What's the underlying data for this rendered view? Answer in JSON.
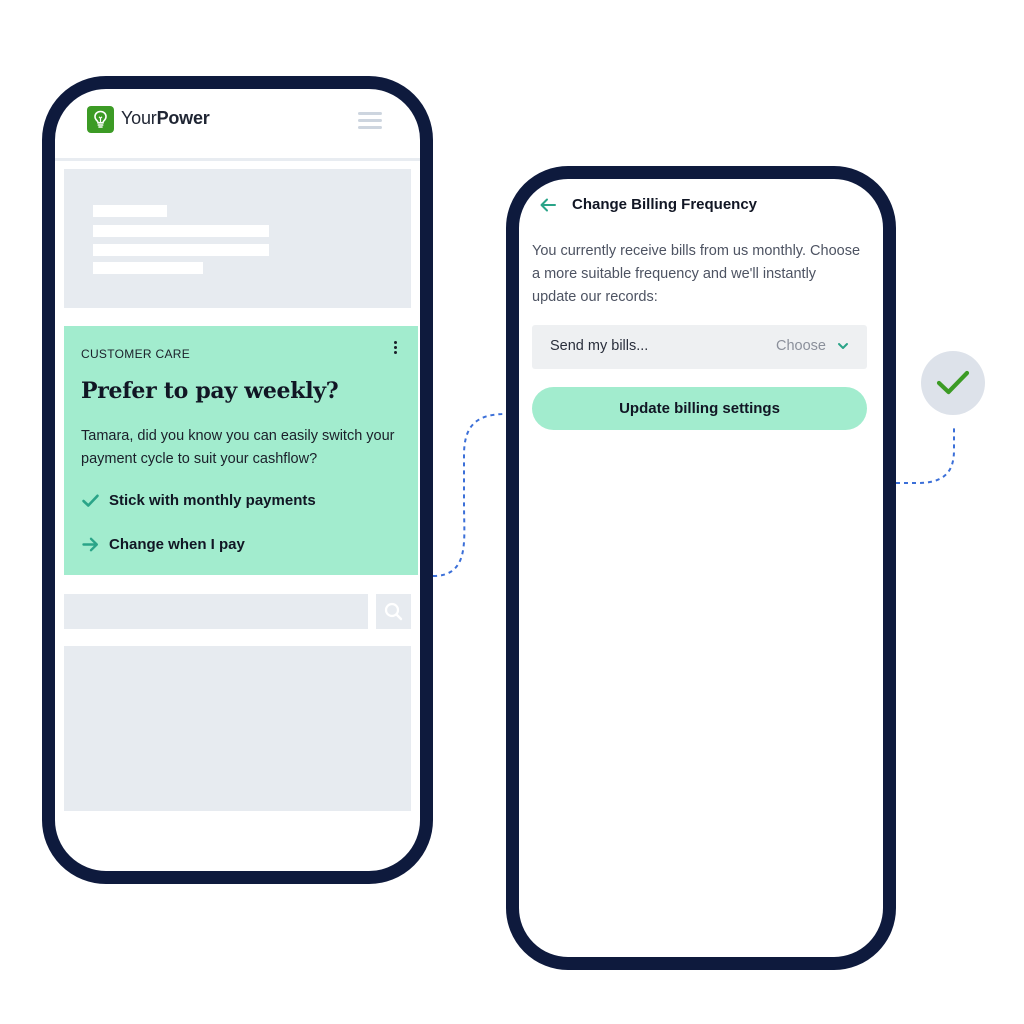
{
  "colors": {
    "phone_frame": "#0e1a3d",
    "accent_mint": "#a2ecce",
    "brand_green": "#3c9b25",
    "teal_icon": "#2aa488",
    "placeholder_gray": "#e7ebf0",
    "connector_blue": "#3b6fd8",
    "success_check": "#3c9b25"
  },
  "left_phone": {
    "header": {
      "brand_light": "Your",
      "brand_bold": "Power",
      "logo_icon": "lightbulb-icon",
      "menu_icon": "hamburger-menu-icon"
    },
    "customer_care_card": {
      "label": "CUSTOMER CARE",
      "menu_icon": "more-vertical-icon",
      "title": "Prefer to pay weekly?",
      "body": "Tamara, did you know you can easily switch your payment cycle to suit your cashflow?",
      "actions": [
        {
          "label": "Stick with monthly payments",
          "icon": "checkmark-icon"
        },
        {
          "label": "Change when I pay",
          "icon": "arrow-right-icon"
        }
      ]
    },
    "search": {
      "icon": "search-icon"
    }
  },
  "right_phone": {
    "back_icon": "arrow-left-icon",
    "title": "Change Billing Frequency",
    "description": "You currently receive bills from us monthly. Choose a more suitable frequency and we'll instantly update our records:",
    "select": {
      "label": "Send my bills...",
      "value": "Choose",
      "icon": "chevron-down-icon"
    },
    "submit_label": "Update billing settings"
  },
  "success_badge": {
    "icon": "checkmark-icon"
  }
}
